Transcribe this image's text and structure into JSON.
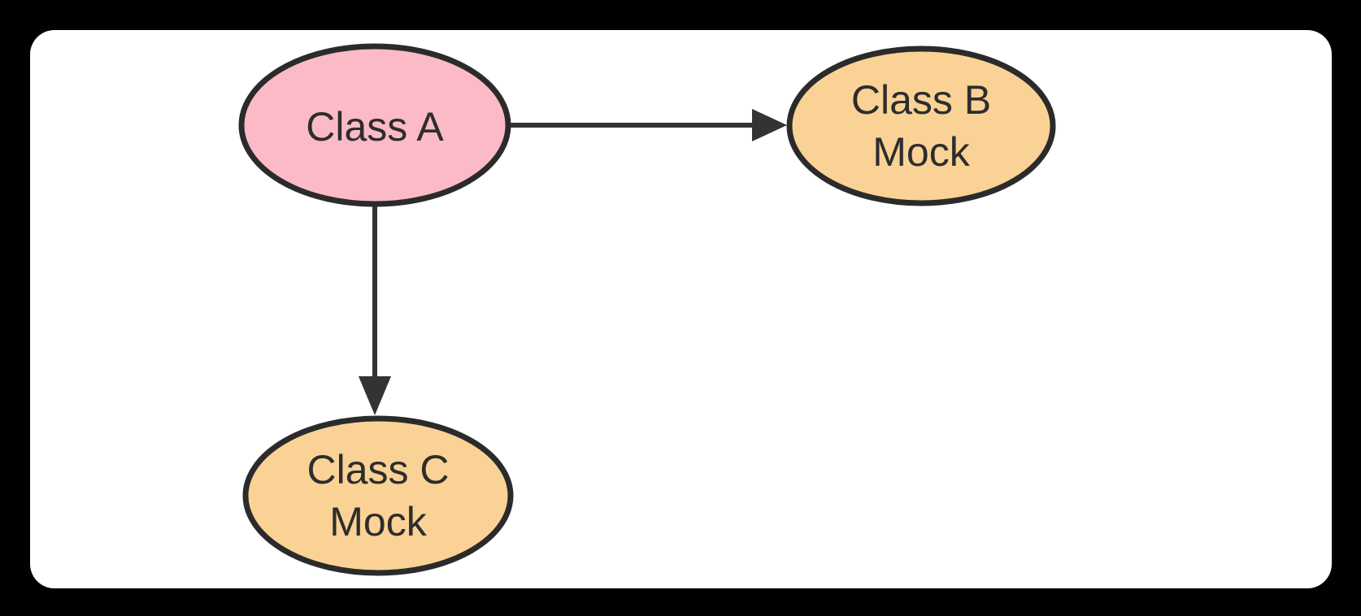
{
  "scene": {
    "outer_background": "#000000",
    "canvas_background": "#ffffff"
  },
  "diagram": {
    "type": "flowchart",
    "nodes": [
      {
        "id": "class-a",
        "label": "Class A",
        "lines": [
          "Class A"
        ],
        "shape": "ellipse",
        "fill": "#fcbac7",
        "stroke": "#2b2b2b",
        "text_color": "#2d2d2d"
      },
      {
        "id": "class-b-mock",
        "label": "Class B Mock",
        "lines": [
          "Class B",
          "Mock"
        ],
        "shape": "ellipse",
        "fill": "#fbd296",
        "stroke": "#2b2b2b",
        "text_color": "#2d2d2d"
      },
      {
        "id": "class-c-mock",
        "label": "Class C Mock",
        "lines": [
          "Class C",
          "Mock"
        ],
        "shape": "ellipse",
        "fill": "#fbd296",
        "stroke": "#2b2b2b",
        "text_color": "#2d2d2d"
      }
    ],
    "edges": [
      {
        "id": "a-to-b",
        "from": "Class A",
        "to": "Class B Mock",
        "direction": "right",
        "color": "#333333"
      },
      {
        "id": "a-to-c",
        "from": "Class A",
        "to": "Class C Mock",
        "direction": "down",
        "color": "#333333"
      }
    ]
  }
}
